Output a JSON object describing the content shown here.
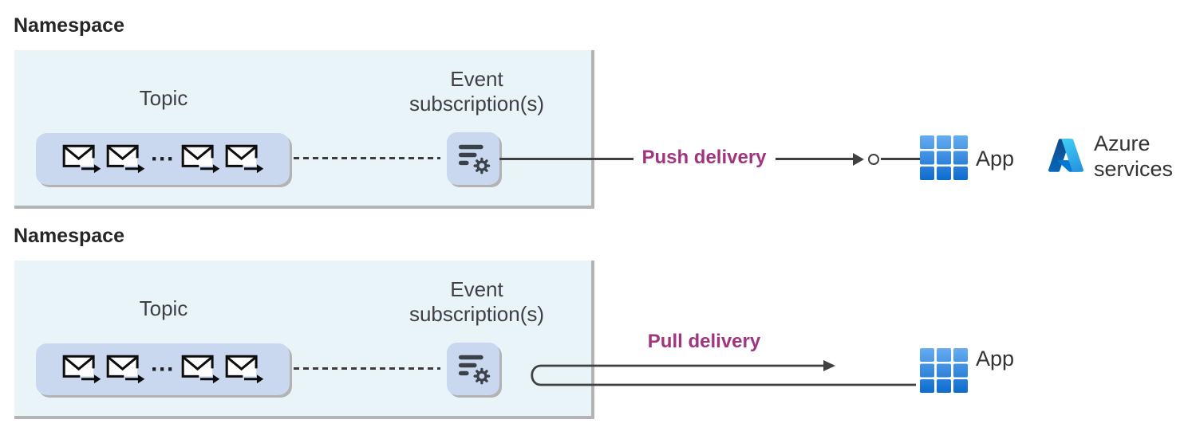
{
  "diagram": {
    "sections": [
      {
        "title": "Namespace",
        "topic_label": "Topic",
        "event_subscription_line1": "Event",
        "event_subscription_line2": "subscription(s)",
        "ellipsis": "···",
        "delivery_label": "Push delivery",
        "app_label": "App",
        "azure_line1": "Azure",
        "azure_line2": "services"
      },
      {
        "title": "Namespace",
        "topic_label": "Topic",
        "event_subscription_line1": "Event",
        "event_subscription_line2": "subscription(s)",
        "ellipsis": "···",
        "delivery_label": "Pull delivery",
        "app_label": "App"
      }
    ],
    "icons": {
      "topic_events": "envelope-arrow-icon",
      "event_subscription": "filter-gear-icon",
      "app": "app-grid-icon",
      "azure": "azure-logo-icon",
      "push_endpoint": "webhook-circle-icon"
    },
    "colors": {
      "delivery_text": "#A0357D",
      "namespace_box_fill": "#E9F4F9",
      "pill_fill": "#C9D7EF",
      "line": "#404040",
      "label_text": "#3F3F44",
      "title_text": "#262626",
      "app_blue_light": "#66ACF1",
      "app_blue_dark": "#0D6CCE"
    }
  }
}
